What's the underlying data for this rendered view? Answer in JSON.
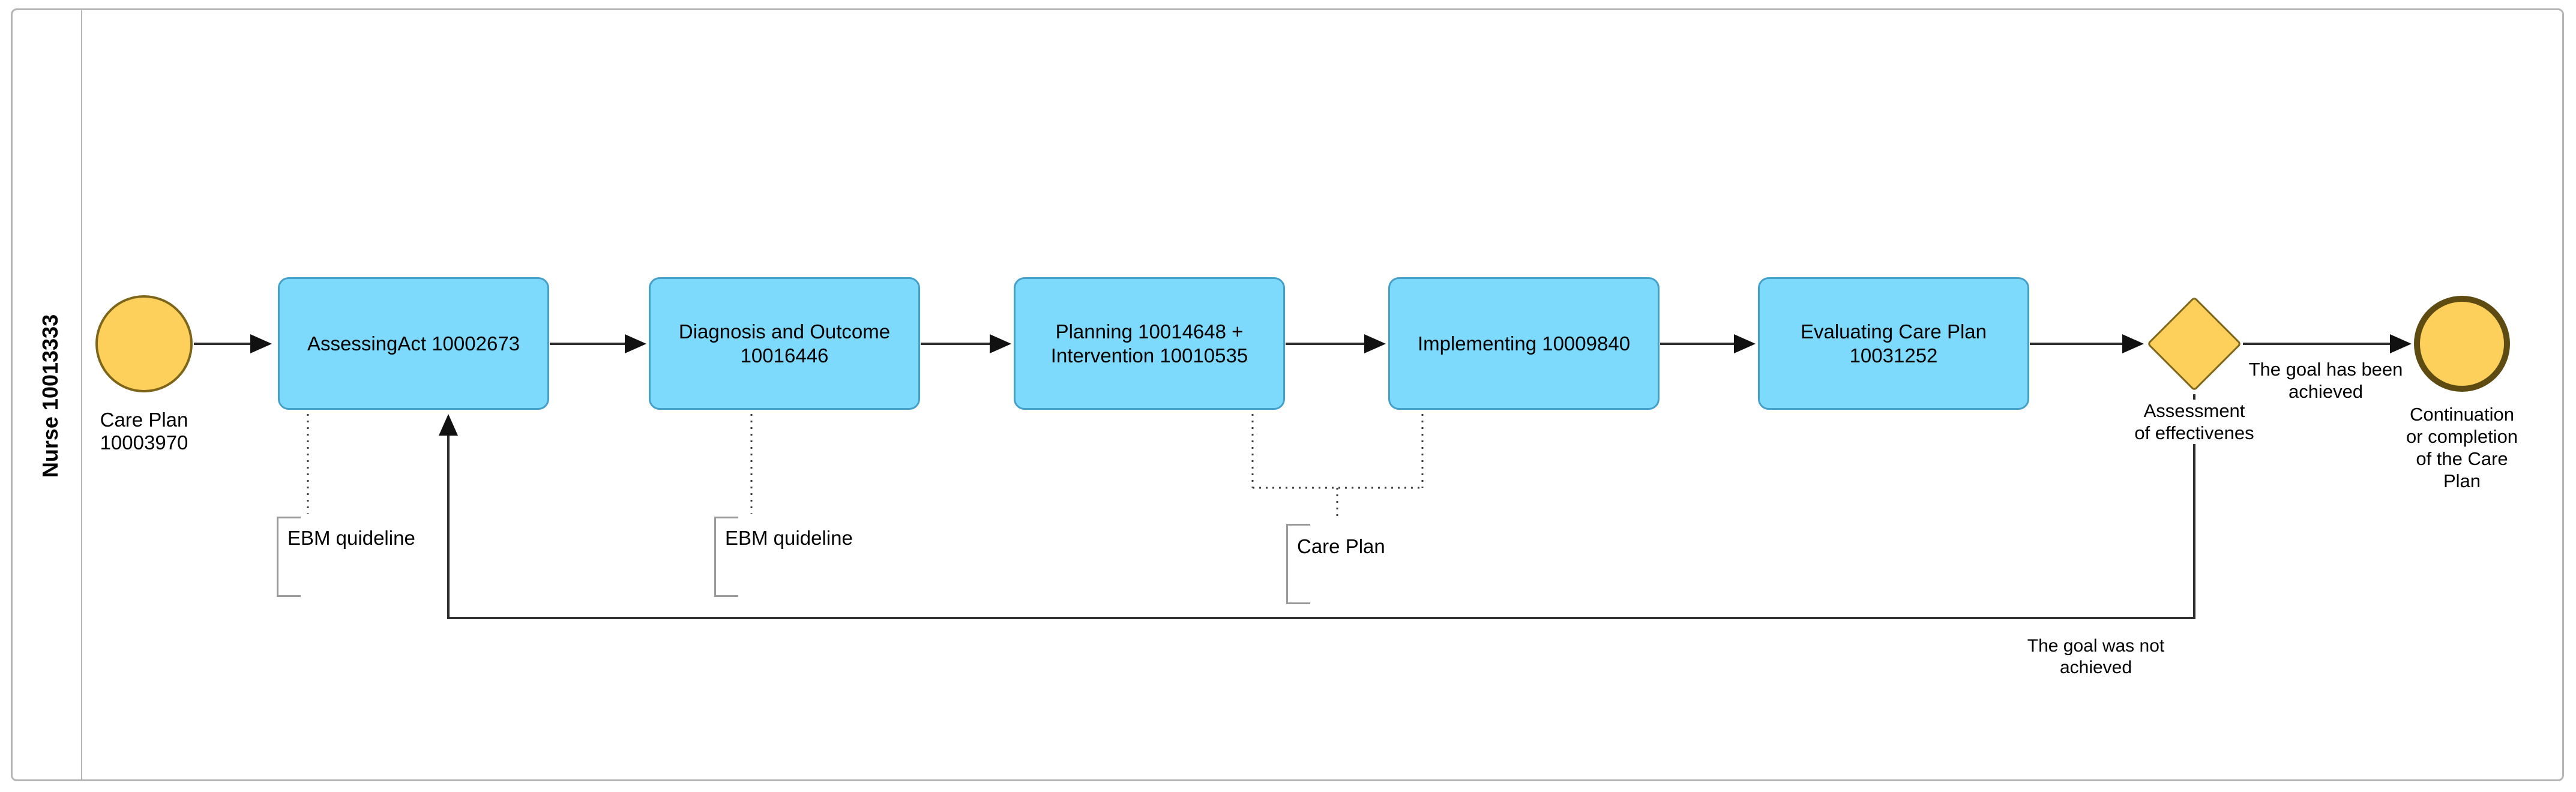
{
  "diagram": {
    "lane_label": "Nurse 10013333",
    "start_event": {
      "label": [
        "Care Plan",
        "10003970"
      ]
    },
    "tasks": [
      {
        "lines": [
          "AssessingAct 10002673"
        ]
      },
      {
        "lines": [
          "Diagnosis and Outcome",
          "10016446"
        ]
      },
      {
        "lines": [
          "Planning 10014648 +",
          "Intervention 10010535"
        ]
      },
      {
        "lines": [
          "Implementing 10009840"
        ]
      },
      {
        "lines": [
          "Evaluating Care Plan",
          "10031252"
        ]
      }
    ],
    "gateway": {
      "label": [
        "Assessment",
        "of effectivenes"
      ]
    },
    "end_event": {
      "label": [
        "Continuation",
        "or completion",
        "of the Care",
        "Plan"
      ]
    },
    "edge_labels": {
      "achieved": [
        "The goal has been",
        "achieved"
      ],
      "not_achieved": [
        "The goal was not",
        "achieved"
      ]
    },
    "annotations": [
      {
        "text": "EBM quideline"
      },
      {
        "text": "EBM quideline"
      },
      {
        "text": "Care Plan"
      }
    ],
    "colors": {
      "task_fill": "#7edafc",
      "task_border": "#45a0c9",
      "event_fill": "#fdd05c",
      "event_border": "#7d651a",
      "end_event_border": "#5d4b12",
      "connector": "#2e2e2e",
      "annotation_border": "#9a9a9a",
      "pool_border": "#b5b5b5",
      "text": "#000000"
    }
  }
}
